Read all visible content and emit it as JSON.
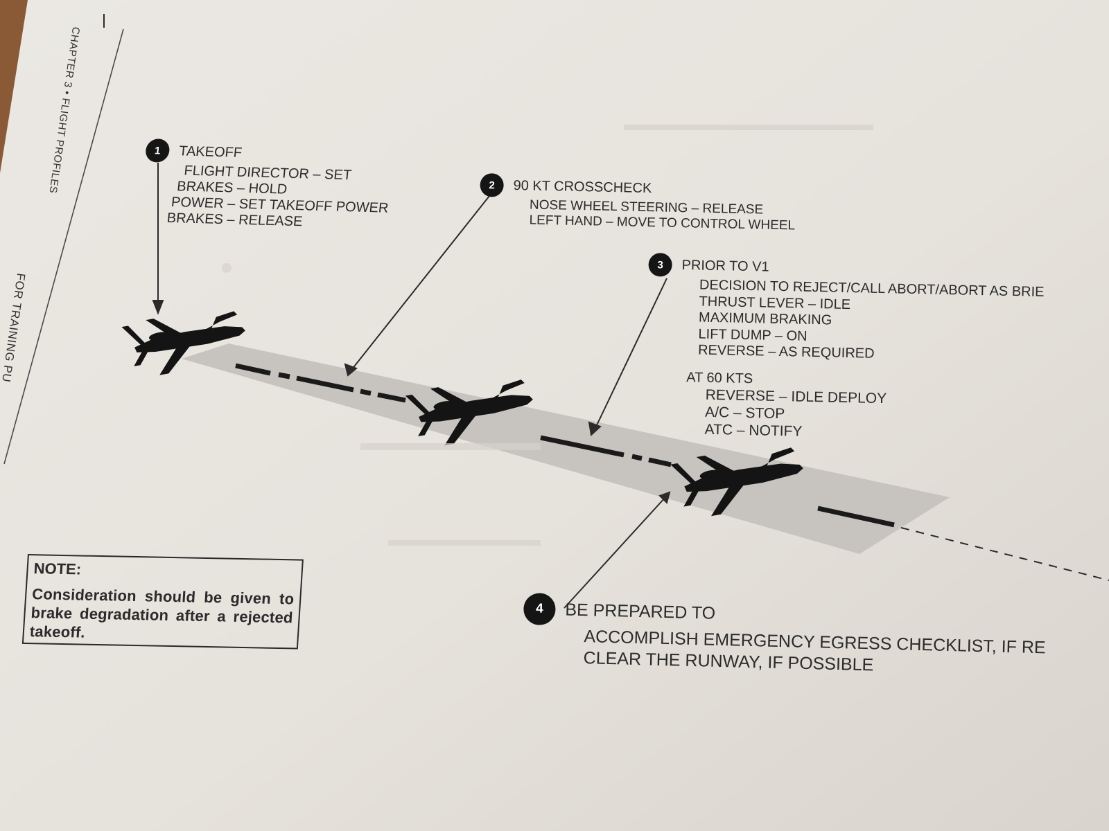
{
  "margin": {
    "header": "CHAPTER 3 • FLIGHT PROFILES",
    "footer": "FOR TRAINING PU"
  },
  "steps": [
    {
      "number": "1",
      "title": "TAKEOFF",
      "lines": [
        "FLIGHT DIRECTOR – SET",
        "BRAKES – HOLD",
        "POWER – SET  TAKEOFF POWER",
        "BRAKES – RELEASE"
      ]
    },
    {
      "number": "2",
      "title": "90 KT CROSSCHECK",
      "lines": [
        "NOSE WHEEL STEERING – RELEASE",
        "LEFT HAND – MOVE TO CONTROL WHEEL"
      ]
    },
    {
      "number": "3",
      "title": "PRIOR TO V1",
      "lines": [
        "DECISION TO REJECT/CALL ABORT/ABORT AS BRIE",
        "THRUST LEVER – IDLE",
        "MAXIMUM BRAKING",
        "LIFT DUMP – ON",
        "REVERSE – AS REQUIRED"
      ],
      "sub_title": "AT 60 KTS",
      "sub_lines": [
        "REVERSE – IDLE DEPLOY",
        "A/C – STOP",
        "ATC – NOTIFY"
      ]
    },
    {
      "number": "4",
      "title": "BE PREPARED TO",
      "lines": [
        "ACCOMPLISH EMERGENCY EGRESS CHECKLIST, IF RE",
        "CLEAR THE RUNWAY, IF POSSIBLE"
      ]
    }
  ],
  "note": {
    "title": "NOTE:",
    "text": "Consideration should be given to brake degradation after a rejected takeoff."
  },
  "colors": {
    "paper": "#e7e3dd",
    "tabletop": "#8a5a36",
    "runway": "#c9c6c2",
    "ink": "#151515"
  }
}
